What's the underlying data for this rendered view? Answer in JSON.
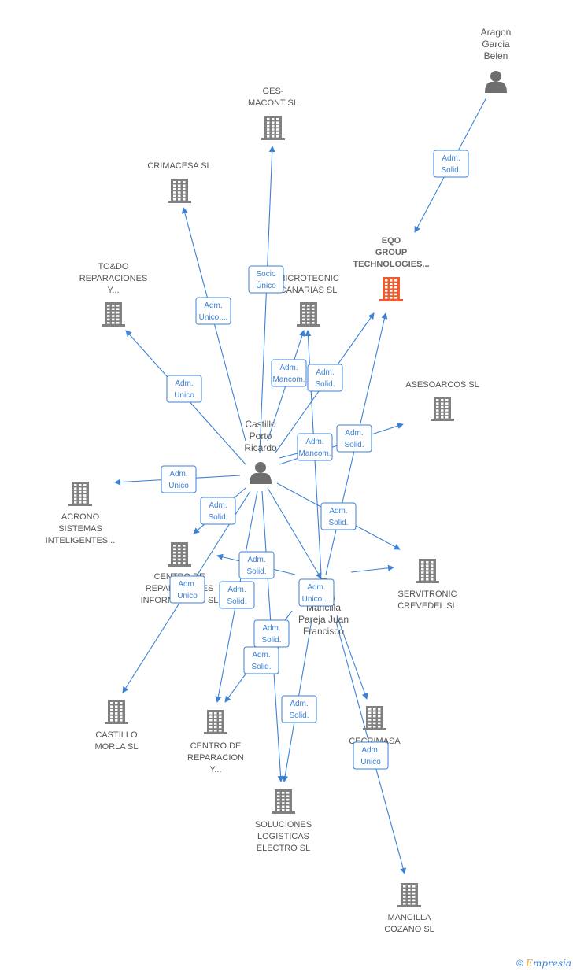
{
  "colors": {
    "company": "#808080",
    "focus": "#f05a30",
    "person": "#6e6e6e",
    "edge": "#3b82d6"
  },
  "nodes": [
    {
      "id": "aragon",
      "kind": "person",
      "lines": [
        "Aragon",
        "Garcia",
        "Belen"
      ]
    },
    {
      "id": "gesmacont",
      "kind": "company",
      "lines": [
        "GES-",
        "MACONT SL"
      ]
    },
    {
      "id": "crimacesa",
      "kind": "company",
      "lines": [
        "CRIMACESA SL"
      ]
    },
    {
      "id": "eqo",
      "kind": "focus",
      "lines": [
        "EQO",
        "GROUP",
        "TECHNOLOGIES..."
      ]
    },
    {
      "id": "todo",
      "kind": "company",
      "lines": [
        "TO&DO",
        "REPARACIONES",
        "Y..."
      ]
    },
    {
      "id": "microtecnic",
      "kind": "company",
      "lines": [
        "MICROTECNIC",
        "CANARIAS  SL"
      ]
    },
    {
      "id": "asesoarcos",
      "kind": "company",
      "lines": [
        "ASESOARCOS SL"
      ]
    },
    {
      "id": "castillo",
      "kind": "person",
      "lines": [
        "Castillo",
        "Porto",
        "Ricardo"
      ]
    },
    {
      "id": "acrono",
      "kind": "company",
      "lines": [
        "ACRONO",
        "SISTEMAS",
        "INTELIGENTES..."
      ]
    },
    {
      "id": "centroinf",
      "kind": "company",
      "lines": [
        "CENTRO DE",
        "REPARACIONES",
        "INFORMATICAS SL"
      ]
    },
    {
      "id": "servitronic",
      "kind": "company",
      "lines": [
        "SERVITRONIC",
        "CREVEDEL  SL"
      ]
    },
    {
      "id": "mancilla",
      "kind": "person",
      "lines": [
        "Mancilla",
        "Pareja Juan",
        "Francisco"
      ]
    },
    {
      "id": "castillomorla",
      "kind": "company",
      "lines": [
        "CASTILLO",
        "MORLA  SL"
      ]
    },
    {
      "id": "centrorep",
      "kind": "company",
      "lines": [
        "CENTRO DE",
        "REPARACION",
        "Y..."
      ]
    },
    {
      "id": "cecrimasa",
      "kind": "company",
      "lines": [
        "CECRIMASA"
      ]
    },
    {
      "id": "soluciones",
      "kind": "company",
      "lines": [
        "SOLUCIONES",
        "LOGISTICAS",
        "ELECTRO  SL"
      ]
    },
    {
      "id": "mancillacozano",
      "kind": "company",
      "lines": [
        "MANCILLA",
        "COZANO  SL"
      ]
    }
  ],
  "edges": [
    {
      "label": [
        "Adm.",
        "Solid."
      ]
    },
    {
      "label": [
        "Socio",
        "Único"
      ]
    },
    {
      "label": [
        "Adm.",
        "Unico,..."
      ]
    },
    {
      "label": [
        "Adm.",
        "Unico"
      ]
    },
    {
      "label": [
        "Adm.",
        "Mancom."
      ]
    },
    {
      "label": [
        "Adm.",
        "Solid."
      ]
    },
    {
      "label": [
        "Adm.",
        "Solid."
      ]
    },
    {
      "label": [
        "Adm.",
        "Mancom."
      ]
    },
    {
      "label": [
        "Adm.",
        "Unico"
      ]
    },
    {
      "label": [
        "Adm.",
        "Solid."
      ]
    },
    {
      "label": [
        "Adm.",
        "Solid."
      ]
    },
    {
      "label": [
        "Adm.",
        "Unico"
      ]
    },
    {
      "label": [
        "Adm.",
        "Solid."
      ]
    },
    {
      "label": [
        "Adm.",
        "Solid."
      ]
    },
    {
      "label": [
        "Adm.",
        "Solid."
      ]
    },
    {
      "label": [
        "Adm.",
        "Solid."
      ]
    },
    {
      "label": [
        "Adm.",
        "Unico,..."
      ]
    },
    {
      "label": [
        "Adm.",
        "Solid."
      ]
    },
    {
      "label": [
        "Adm.",
        "Unico"
      ]
    }
  ],
  "footer": {
    "copyright": "©",
    "brand_initial": "E",
    "brand_rest": "mpresia"
  }
}
